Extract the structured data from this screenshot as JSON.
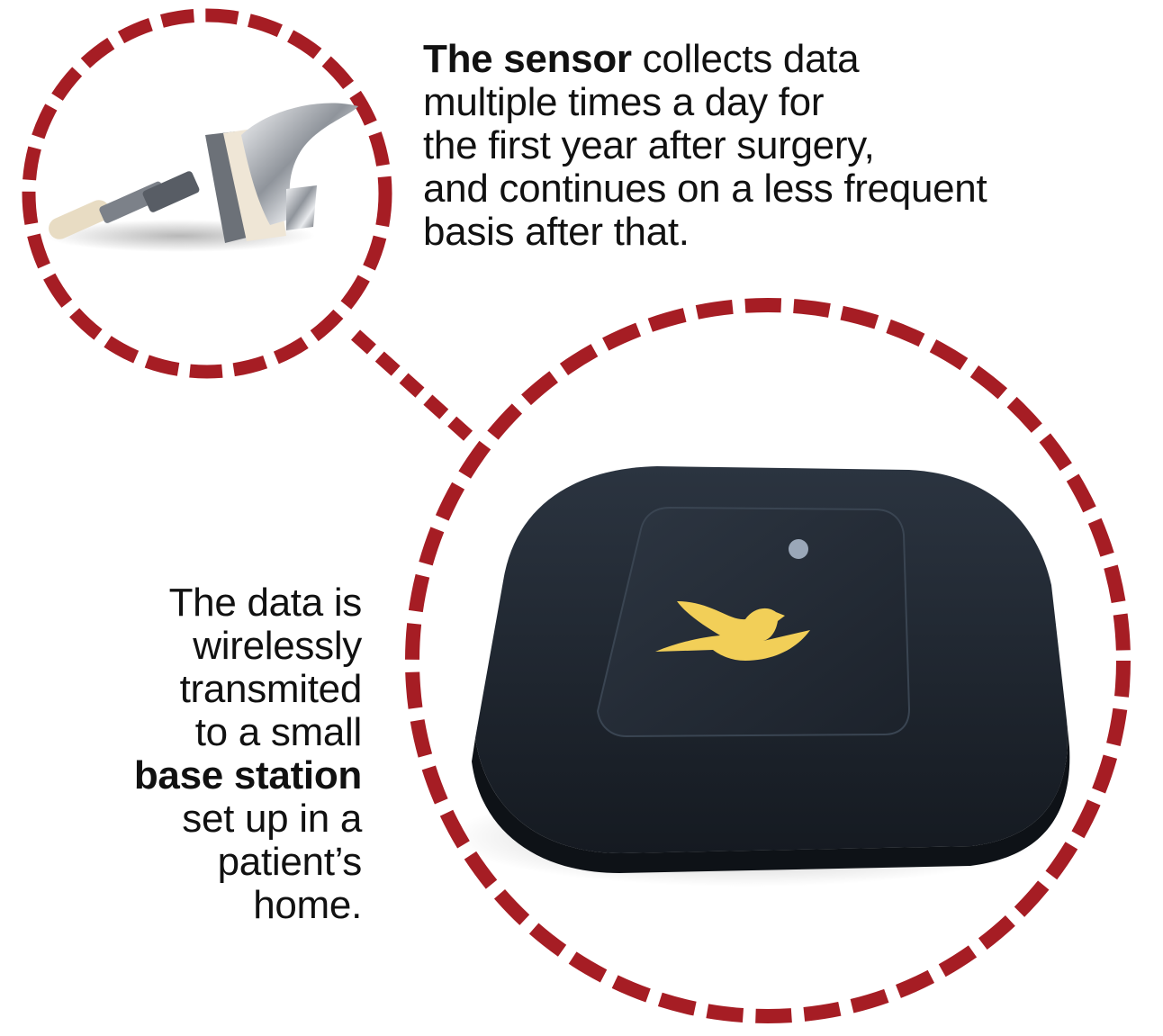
{
  "colors": {
    "dash_ring": "#a61d24",
    "text": "#111111",
    "device_body": "#1f2630",
    "device_panel": "#262e39",
    "bird_logo": "#f2cf58",
    "indicator_light": "#9aa7b8",
    "implant_metal": "#c9ccd1",
    "implant_insert": "#efe6d6",
    "implant_stem_tip": "#e8dcc3"
  },
  "sensor_caption": {
    "line1_bold": "The sensor",
    "line1_rest": " collects data",
    "line2": "multiple times a day for",
    "line3": "the first year after surgery,",
    "line4": "and continues on a less frequent",
    "line5": "basis after that."
  },
  "base_caption": {
    "line1": "The data is",
    "line2": "wirelessly",
    "line3": "transmited",
    "line4": "to a small",
    "line5_bold": "base station",
    "line6": "set up in a",
    "line7": "patient’s",
    "line8": "home."
  },
  "icons": {
    "implant": "knee-implant-sensor-icon",
    "base_station": "base-station-device-icon",
    "logo": "bird-logo-icon"
  }
}
